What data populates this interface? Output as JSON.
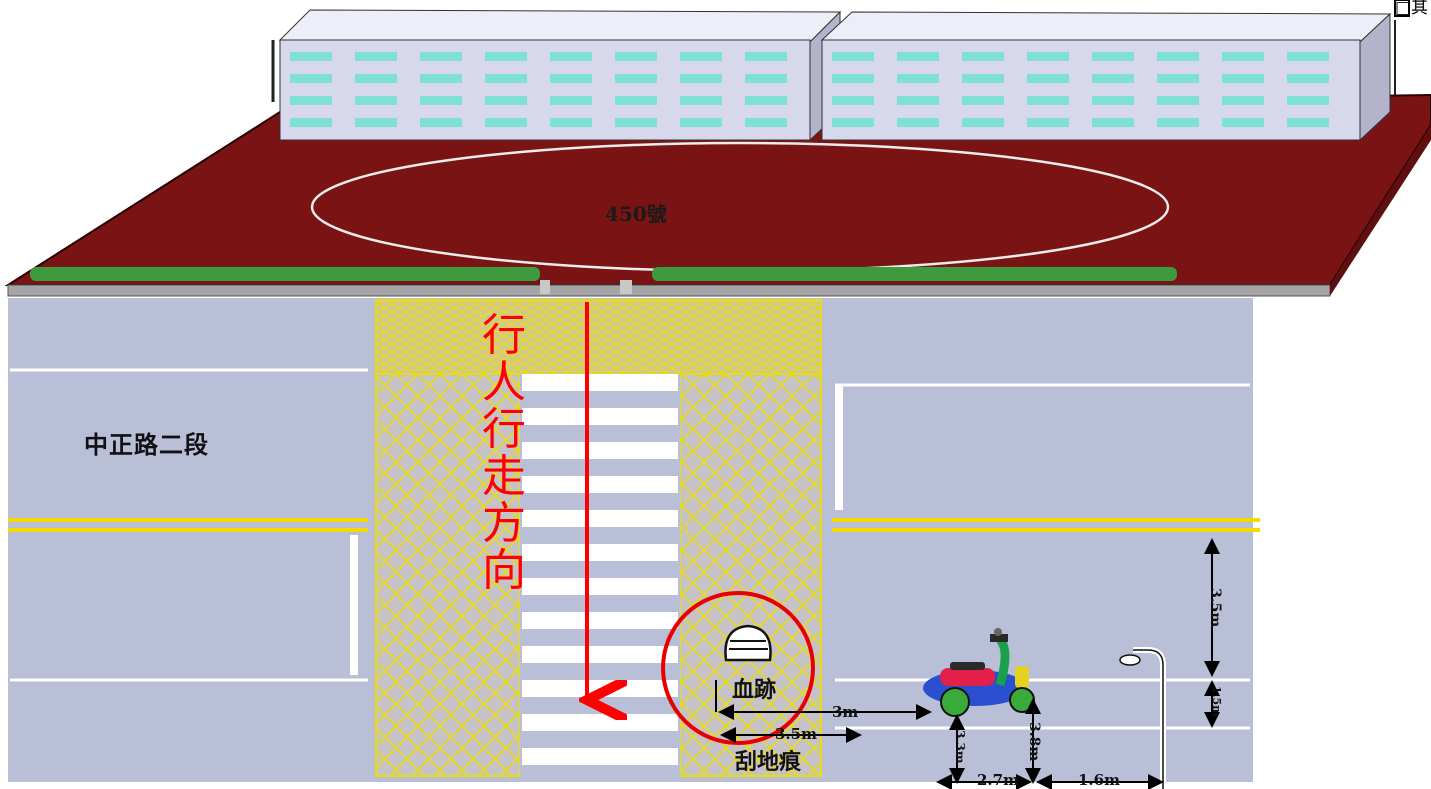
{
  "road": {
    "name": "中正路二段"
  },
  "building": {
    "number_label": "450號"
  },
  "pedestrian": {
    "direction_label": "行人行走方向"
  },
  "marks": {
    "blood_label": "血跡",
    "scrape_label": "刮地痕"
  },
  "measurements": {
    "scooter_to_blood": "3m",
    "scrape_length": "3.5m",
    "lane_width": "3.5m",
    "edge_band": "1.5m",
    "scooter_front_offset": "3.8m",
    "scooter_rear_offset": "3.3m",
    "scooter_to_pole_base": "2.7m",
    "pole_spacing": "1.6m"
  },
  "corner": {
    "label": "□其"
  },
  "colors": {
    "road": "#b9bfd6",
    "plaza": "#7a1414",
    "crosshatch": "#e8d900",
    "pedestrian_arrow": "#ff0000",
    "building": "#d8d8ec",
    "window": "#7fe0d8"
  }
}
